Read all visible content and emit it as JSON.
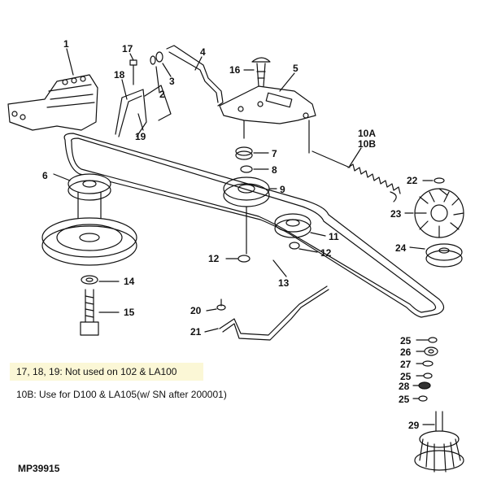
{
  "callouts": {
    "c1": "1",
    "c2": "2",
    "c3": "3",
    "c4": "4",
    "c5": "5",
    "c6": "6",
    "c7": "7",
    "c8": "8",
    "c9": "9",
    "c10a": "10A",
    "c10b": "10B",
    "c11": "11",
    "c12a": "12",
    "c12b": "12",
    "c13": "13",
    "c14": "14",
    "c15": "15",
    "c16": "16",
    "c17": "17",
    "c18": "18",
    "c19": "19",
    "c20": "20",
    "c21": "21",
    "c22": "22",
    "c23": "23",
    "c24": "24",
    "c25a": "25",
    "c25b": "25",
    "c25c": "25",
    "c26": "26",
    "c27": "27",
    "c28": "28",
    "c29": "29"
  },
  "notes": {
    "note1": "17, 18, 19: Not used on 102 & LA100",
    "note2": "10B: Use for D100 & LA105(w/ SN after 200001)"
  },
  "figure_id": "MP39915",
  "colors": {
    "line": "#111111",
    "note_highlight": "#fbf7d6"
  }
}
